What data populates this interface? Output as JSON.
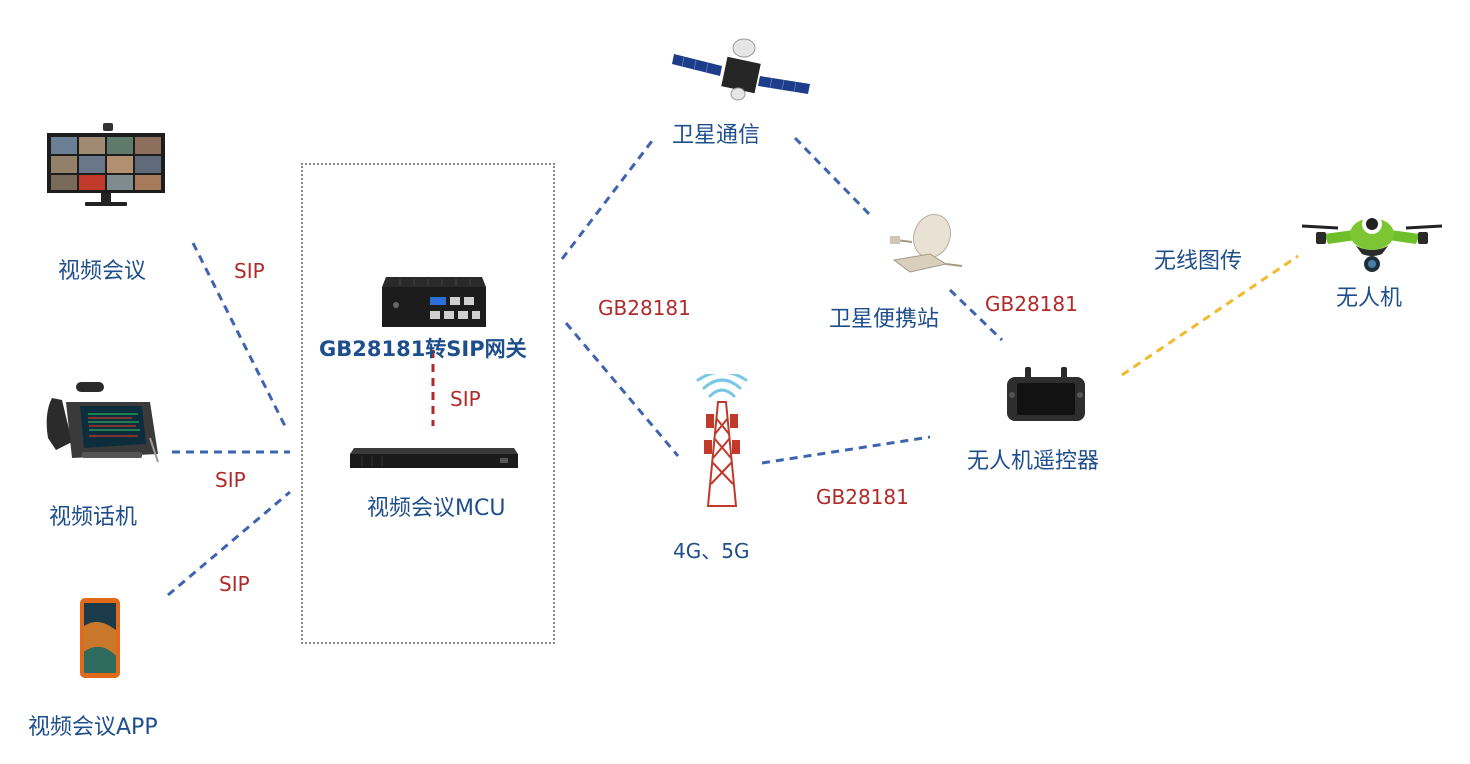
{
  "nodes": {
    "video_conference": "视频会议",
    "video_phone": "视频话机",
    "video_app": "视频会议APP",
    "gateway": "GB28181转SIP网关",
    "mcu": "视频会议MCU",
    "satellite": "卫星通信",
    "portable_station": "卫星便携站",
    "cell_tower": "4G、5G",
    "remote_controller": "无人机遥控器",
    "drone": "无人机"
  },
  "links": {
    "sip_conference": "SIP",
    "sip_phone": "SIP",
    "sip_app": "SIP",
    "sip_gateway_mcu": "SIP",
    "gb_gateway": "GB28181",
    "gb_station": "GB28181",
    "gb_tower": "GB28181",
    "wireless_video": "无线图传"
  },
  "colors": {
    "node_text": "#1f4e8c",
    "protocol_text": "#b02a2a",
    "blue_link": "#3e64b0",
    "red_link": "#b02a2a",
    "yellow_link": "#f2b92c"
  },
  "icons": [
    "video-conference-monitor-icon",
    "video-phone-icon",
    "smartphone-app-icon",
    "gateway-mini-pc-icon",
    "mcu-server-icon",
    "satellite-icon",
    "satellite-dish-station-icon",
    "cell-tower-icon",
    "remote-controller-icon",
    "drone-icon"
  ]
}
